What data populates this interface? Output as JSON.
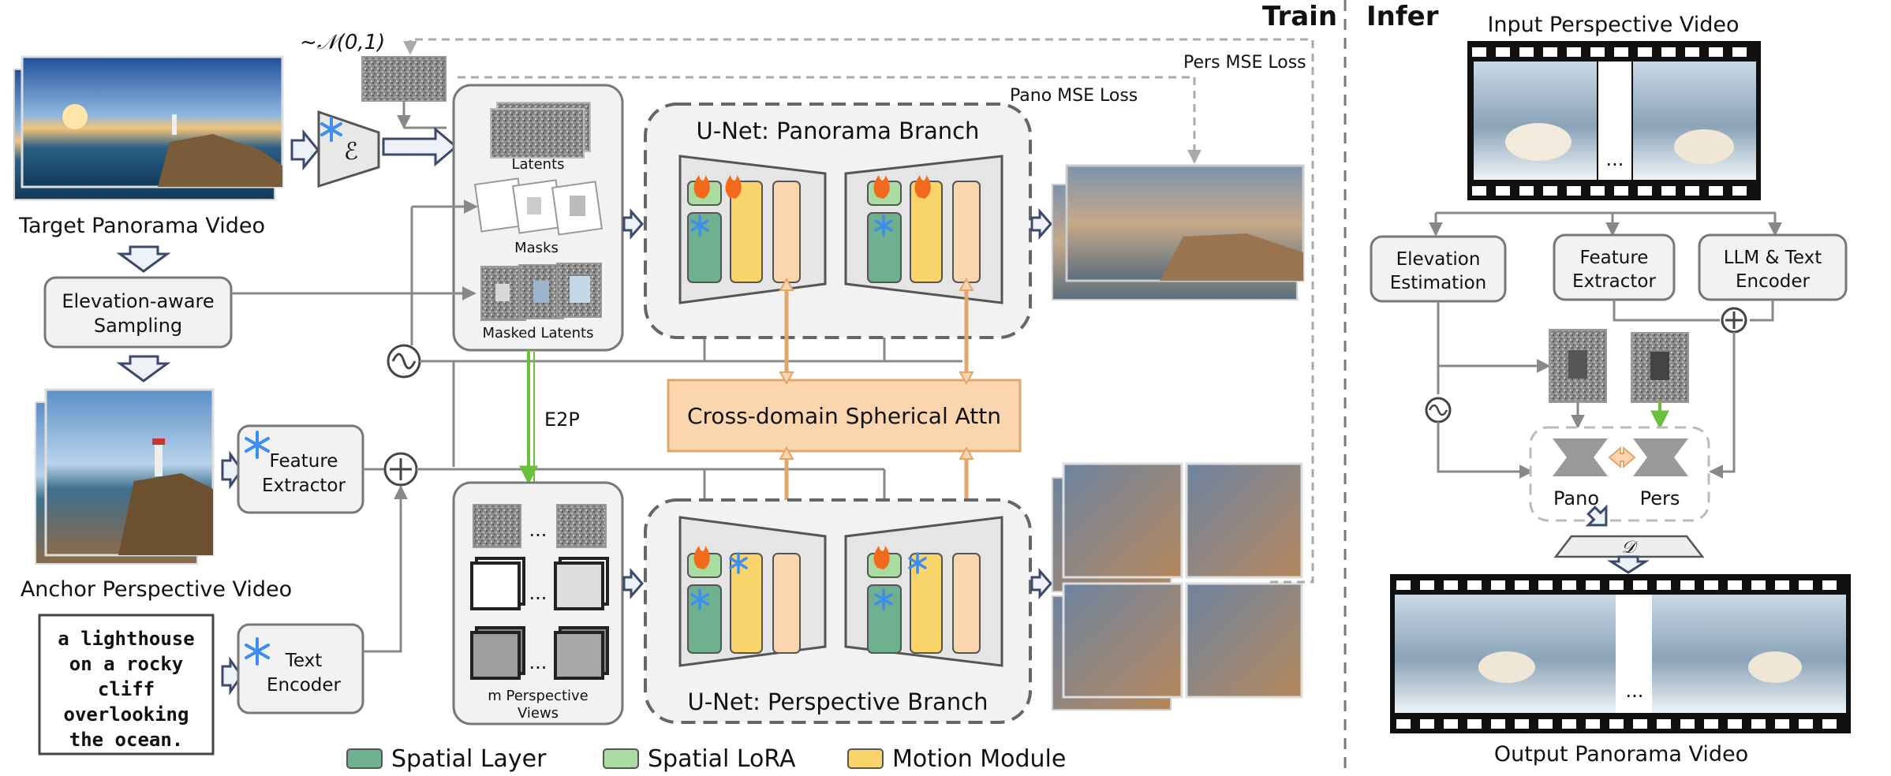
{
  "labels": {
    "train": "Train",
    "infer": "Infer",
    "noise": "~𝒩(0,1)",
    "encoder_symbol": "ℰ",
    "decoder_symbol": "𝒟",
    "pers_mse_loss": "Pers MSE Loss",
    "pano_mse_loss": "Pano MSE Loss",
    "target_panorama_video": "Target Panorama Video",
    "elevation_aware_sampling_line1": "Elevation-aware",
    "elevation_aware_sampling_line2": "Sampling",
    "anchor_perspective_video": "Anchor Perspective Video",
    "feature_extractor_line1": "Feature",
    "feature_extractor_line2": "Extractor",
    "text_encoder_line1": "Text",
    "text_encoder_line2": "Encoder",
    "prompt_lines": [
      "a lighthouse",
      "on a rocky",
      "cliff",
      "overlooking",
      "the ocean."
    ],
    "latents": "Latents",
    "masks": "Masks",
    "masked_latents": "Masked Latents",
    "e2p": "E2P",
    "ellipsis": "...",
    "m_perspective_views_line1": "m Perspective",
    "m_perspective_views_line2": "Views",
    "unet_panorama_branch": "U-Net: Panorama Branch",
    "unet_perspective_branch": "U-Net: Perspective Branch",
    "cross_domain_attn": "Cross-domain Spherical Attn",
    "input_perspective_video": "Input Perspective Video",
    "elevation_estimation_line1": "Elevation",
    "elevation_estimation_line2": "Estimation",
    "infer_feature_extractor_line1": "Feature",
    "infer_feature_extractor_line2": "Extractor",
    "llm_text_encoder_line1": "LLM & Text",
    "llm_text_encoder_line2": "Encoder",
    "pano": "Pano",
    "pers": "Pers",
    "output_panorama_video": "Output Panorama Video"
  },
  "legend": [
    {
      "label": "Spatial Layer",
      "color": "#6fb08f"
    },
    {
      "label": "Spatial LoRA",
      "color": "#a9dca0"
    },
    {
      "label": "Motion Module",
      "color": "#f9d46a"
    }
  ],
  "colors": {
    "spatial_layer": "#6fb08f",
    "spatial_lora": "#a9dca0",
    "motion_module": "#f9d46a",
    "attention_block": "#f7d3ad",
    "attention_fill": "#fbd5ae",
    "frozen_icon": "#3d8ef0",
    "trainable_icon": "#f26b1d",
    "e2p_arrow": "#6cbf3a"
  },
  "icons": [
    "snowflake-icon",
    "fire-icon",
    "sine-icon",
    "plus-circle-icon"
  ]
}
